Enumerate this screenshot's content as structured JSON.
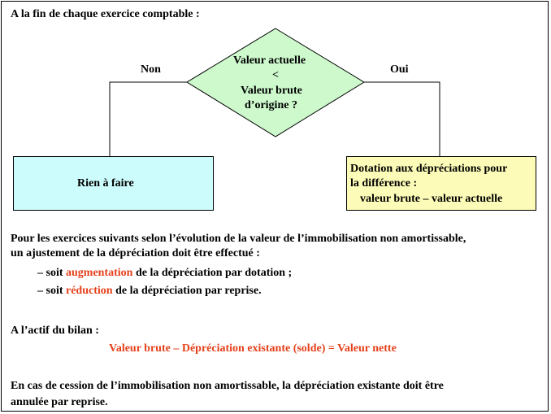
{
  "intro": "A la fin de chaque exercice comptable :",
  "decision": {
    "line1": "Valeur actuelle",
    "line2": "<",
    "line3": "Valeur brute",
    "line4": "d’origine ?"
  },
  "branch_no": "Non",
  "branch_yes": "Oui",
  "box_left": {
    "text": "Rien à faire",
    "color": "#ccfcfc"
  },
  "box_right": {
    "line1": "Dotation aux dépréciations pour",
    "line2": "la différence :",
    "line3": "valeur brute – valeur actuelle",
    "color": "#fcfcb8"
  },
  "diamond_color": "#cdf9cc",
  "para1": {
    "line1": "Pour les exercices suivants selon l’évolution de la valeur de l’immobilisation non amortissable,",
    "line2": "un ajustement de la dépréciation doit être effectué :"
  },
  "bullet1": {
    "before": "– soit ",
    "highlight": "augmentation",
    "after": " de la dépréciation par dotation ;"
  },
  "bullet2": {
    "before": "– soit ",
    "highlight": "réduction",
    "after": " de la dépréciation par reprise."
  },
  "bilan_heading": "A l’actif du bilan :",
  "formula": "Valeur brute – Dépréciation existante (solde) = Valeur nette",
  "para2": {
    "line1": "En cas de cession de l’immobilisation non amortissable, la dépréciation existante doit être",
    "line2": "annulée par reprise."
  },
  "accent_color": "#e5401b"
}
